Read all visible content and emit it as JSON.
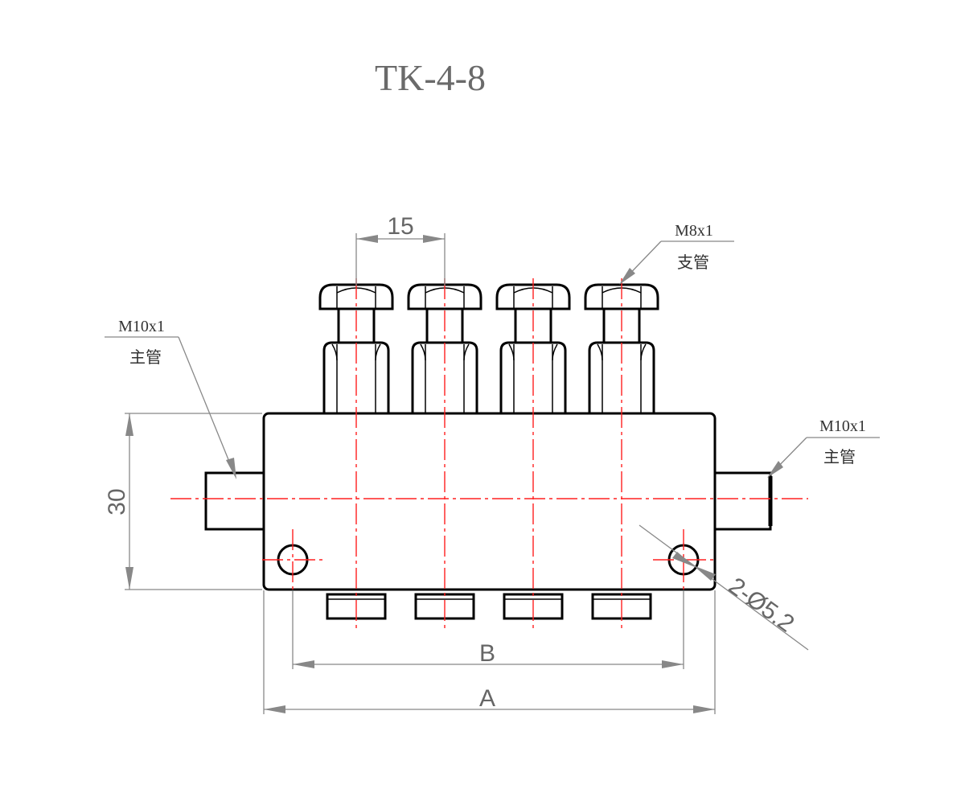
{
  "drawing": {
    "title": "TK-4-8",
    "dimensions": {
      "pitch": "15",
      "height": "30",
      "hole_spacing": "B",
      "overall_length": "A",
      "mount_holes": "2-Ø5.2"
    },
    "callouts": {
      "inlet_left": {
        "thread": "M10x1",
        "label": "主管"
      },
      "inlet_right": {
        "thread": "M10x1",
        "label": "主管"
      },
      "branch": {
        "thread": "M8x1",
        "label": "支管"
      }
    },
    "outlet_count": 4,
    "colors": {
      "outline": "#000000",
      "centerline": "#ff2020",
      "dimension": "#888888",
      "title": "#6a6a6a"
    }
  }
}
